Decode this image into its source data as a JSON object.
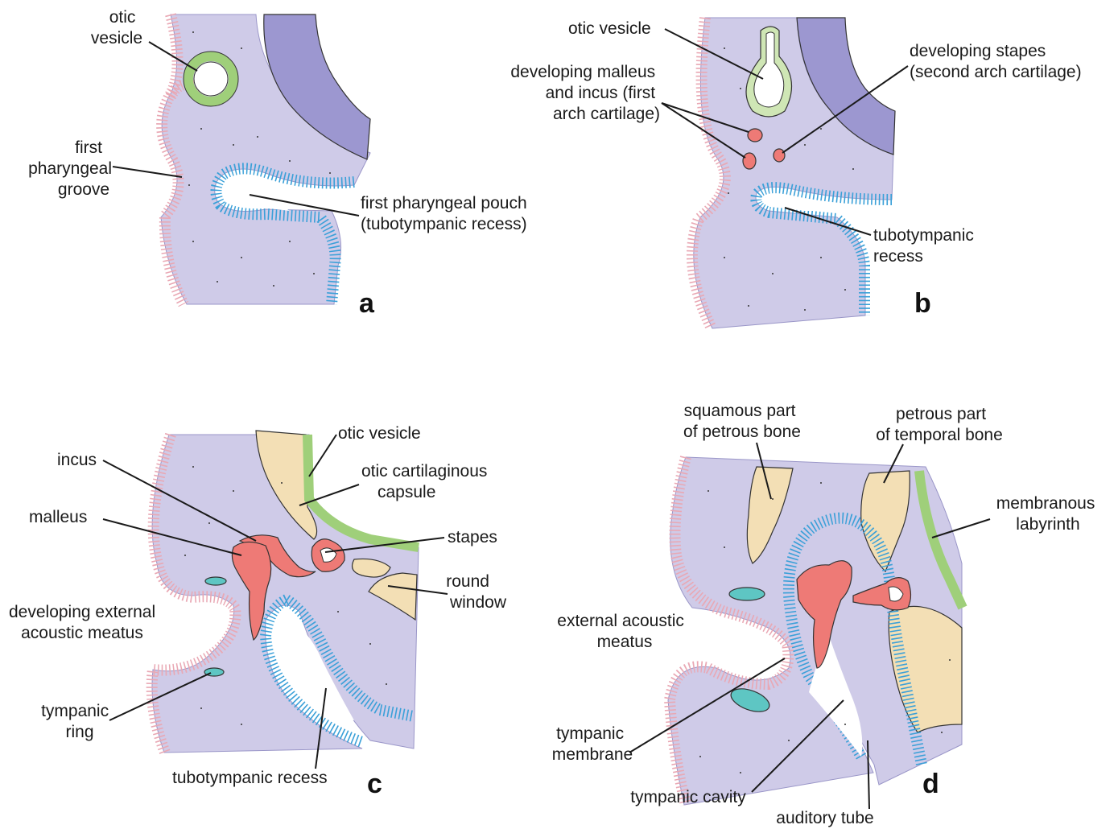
{
  "panels": {
    "a": {
      "letter": "a",
      "labels": {
        "otic_vesicle": [
          "otic",
          "vesicle"
        ],
        "first_groove": [
          "first",
          "pharyngeal",
          "groove"
        ],
        "first_pouch": [
          "first pharyngeal pouch",
          "(tubotympanic recess)"
        ]
      }
    },
    "b": {
      "letter": "b",
      "labels": {
        "otic_vesicle": [
          "otic vesicle"
        ],
        "malleus_incus": [
          "developing malleus",
          "and incus (first",
          "arch cartilage)"
        ],
        "stapes": [
          "developing stapes",
          "(second arch cartilage)"
        ],
        "recess": [
          "tubotympanic",
          "recess"
        ]
      }
    },
    "c": {
      "letter": "c",
      "labels": {
        "otic_vesicle": [
          "otic vesicle"
        ],
        "capsule": [
          "otic cartilaginous",
          "capsule"
        ],
        "incus": [
          "incus"
        ],
        "malleus": [
          "malleus"
        ],
        "stapes": [
          "stapes"
        ],
        "round_window": [
          "round",
          "window"
        ],
        "ext_meatus": [
          "developing external",
          "acoustic meatus"
        ],
        "tympanic_ring": [
          "tympanic",
          "ring"
        ],
        "recess": [
          "tubotympanic recess"
        ]
      }
    },
    "d": {
      "letter": "d",
      "labels": {
        "squamous": [
          "squamous part",
          "of petrous bone"
        ],
        "petrous": [
          "petrous part",
          "of temporal bone"
        ],
        "labyrinth": [
          "membranous",
          "labyrinth"
        ],
        "ext_meatus": [
          "external acoustic",
          "meatus"
        ],
        "membrane": [
          "tympanic",
          "membrane"
        ],
        "cavity": [
          "tympanic cavity"
        ],
        "tube": [
          "auditory tube"
        ]
      }
    }
  },
  "colors": {
    "mesenchyme": "#cfcbe8",
    "ectoderm": "#e9a8b4",
    "endoderm": "#3aa0d8",
    "otic_epithelium": "#9fcf7a",
    "neural_tube": "#9c97d0",
    "cartilage_bone": "#f3dfb5",
    "ossicles": "#ee7a76",
    "tympanic_ring": "#5ec6c3"
  }
}
